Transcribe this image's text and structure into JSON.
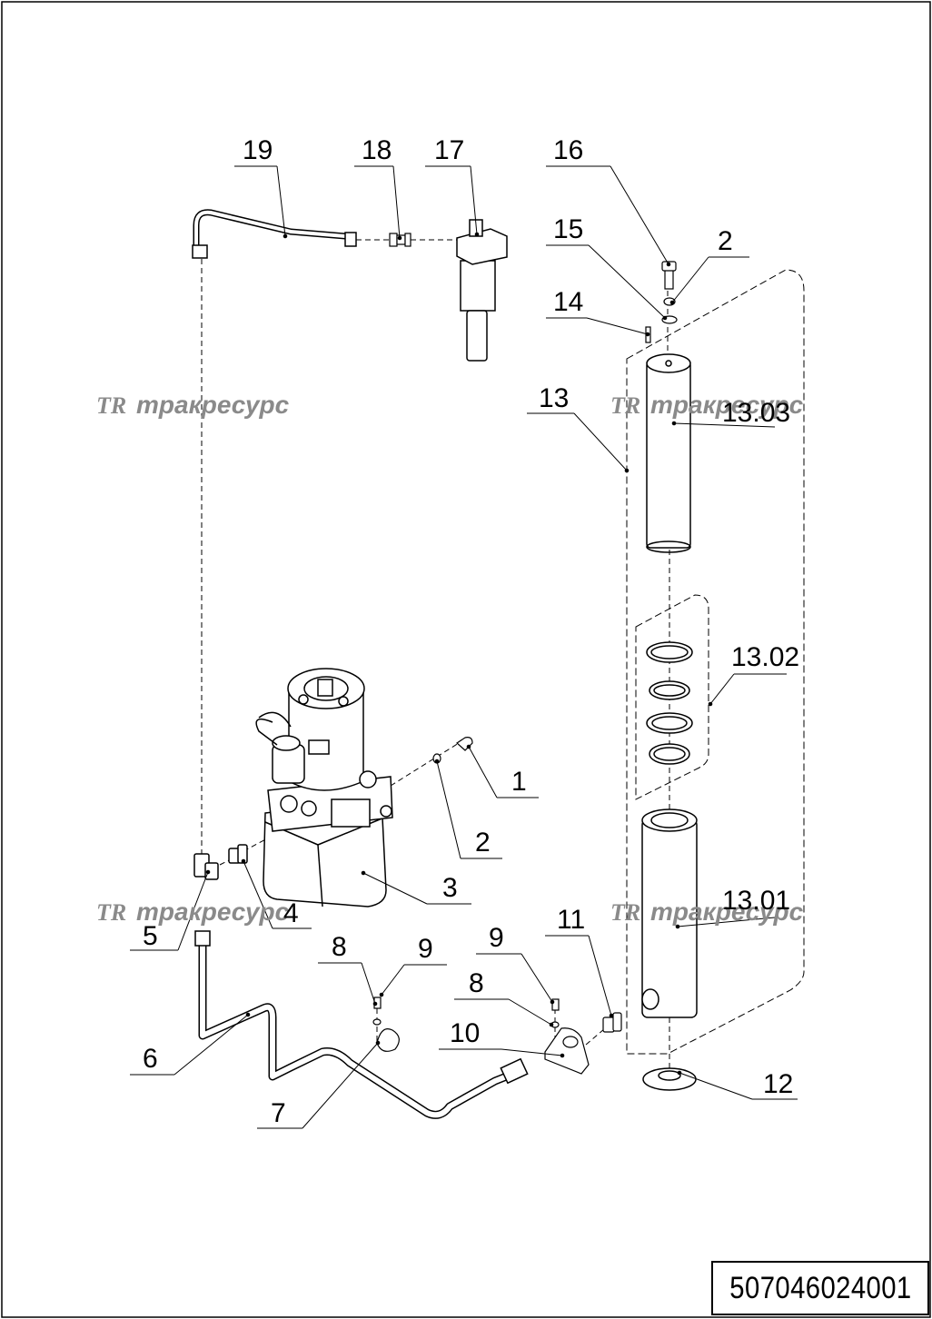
{
  "document": {
    "number": "507046024001"
  },
  "watermark": {
    "logo": "TR",
    "text": "тракресурс"
  },
  "callouts": {
    "c1": "1",
    "c2a": "2",
    "c2b": "2",
    "c3": "3",
    "c4": "4",
    "c5": "5",
    "c6": "6",
    "c7": "7",
    "c8a": "8",
    "c8b": "8",
    "c9a": "9",
    "c9b": "9",
    "c10": "10",
    "c11": "11",
    "c12": "12",
    "c13": "13",
    "c13_01": "13.01",
    "c13_02": "13.02",
    "c13_03": "13.03",
    "c14": "14",
    "c15": "15",
    "c16": "16",
    "c17": "17",
    "c18": "18",
    "c19": "19"
  }
}
